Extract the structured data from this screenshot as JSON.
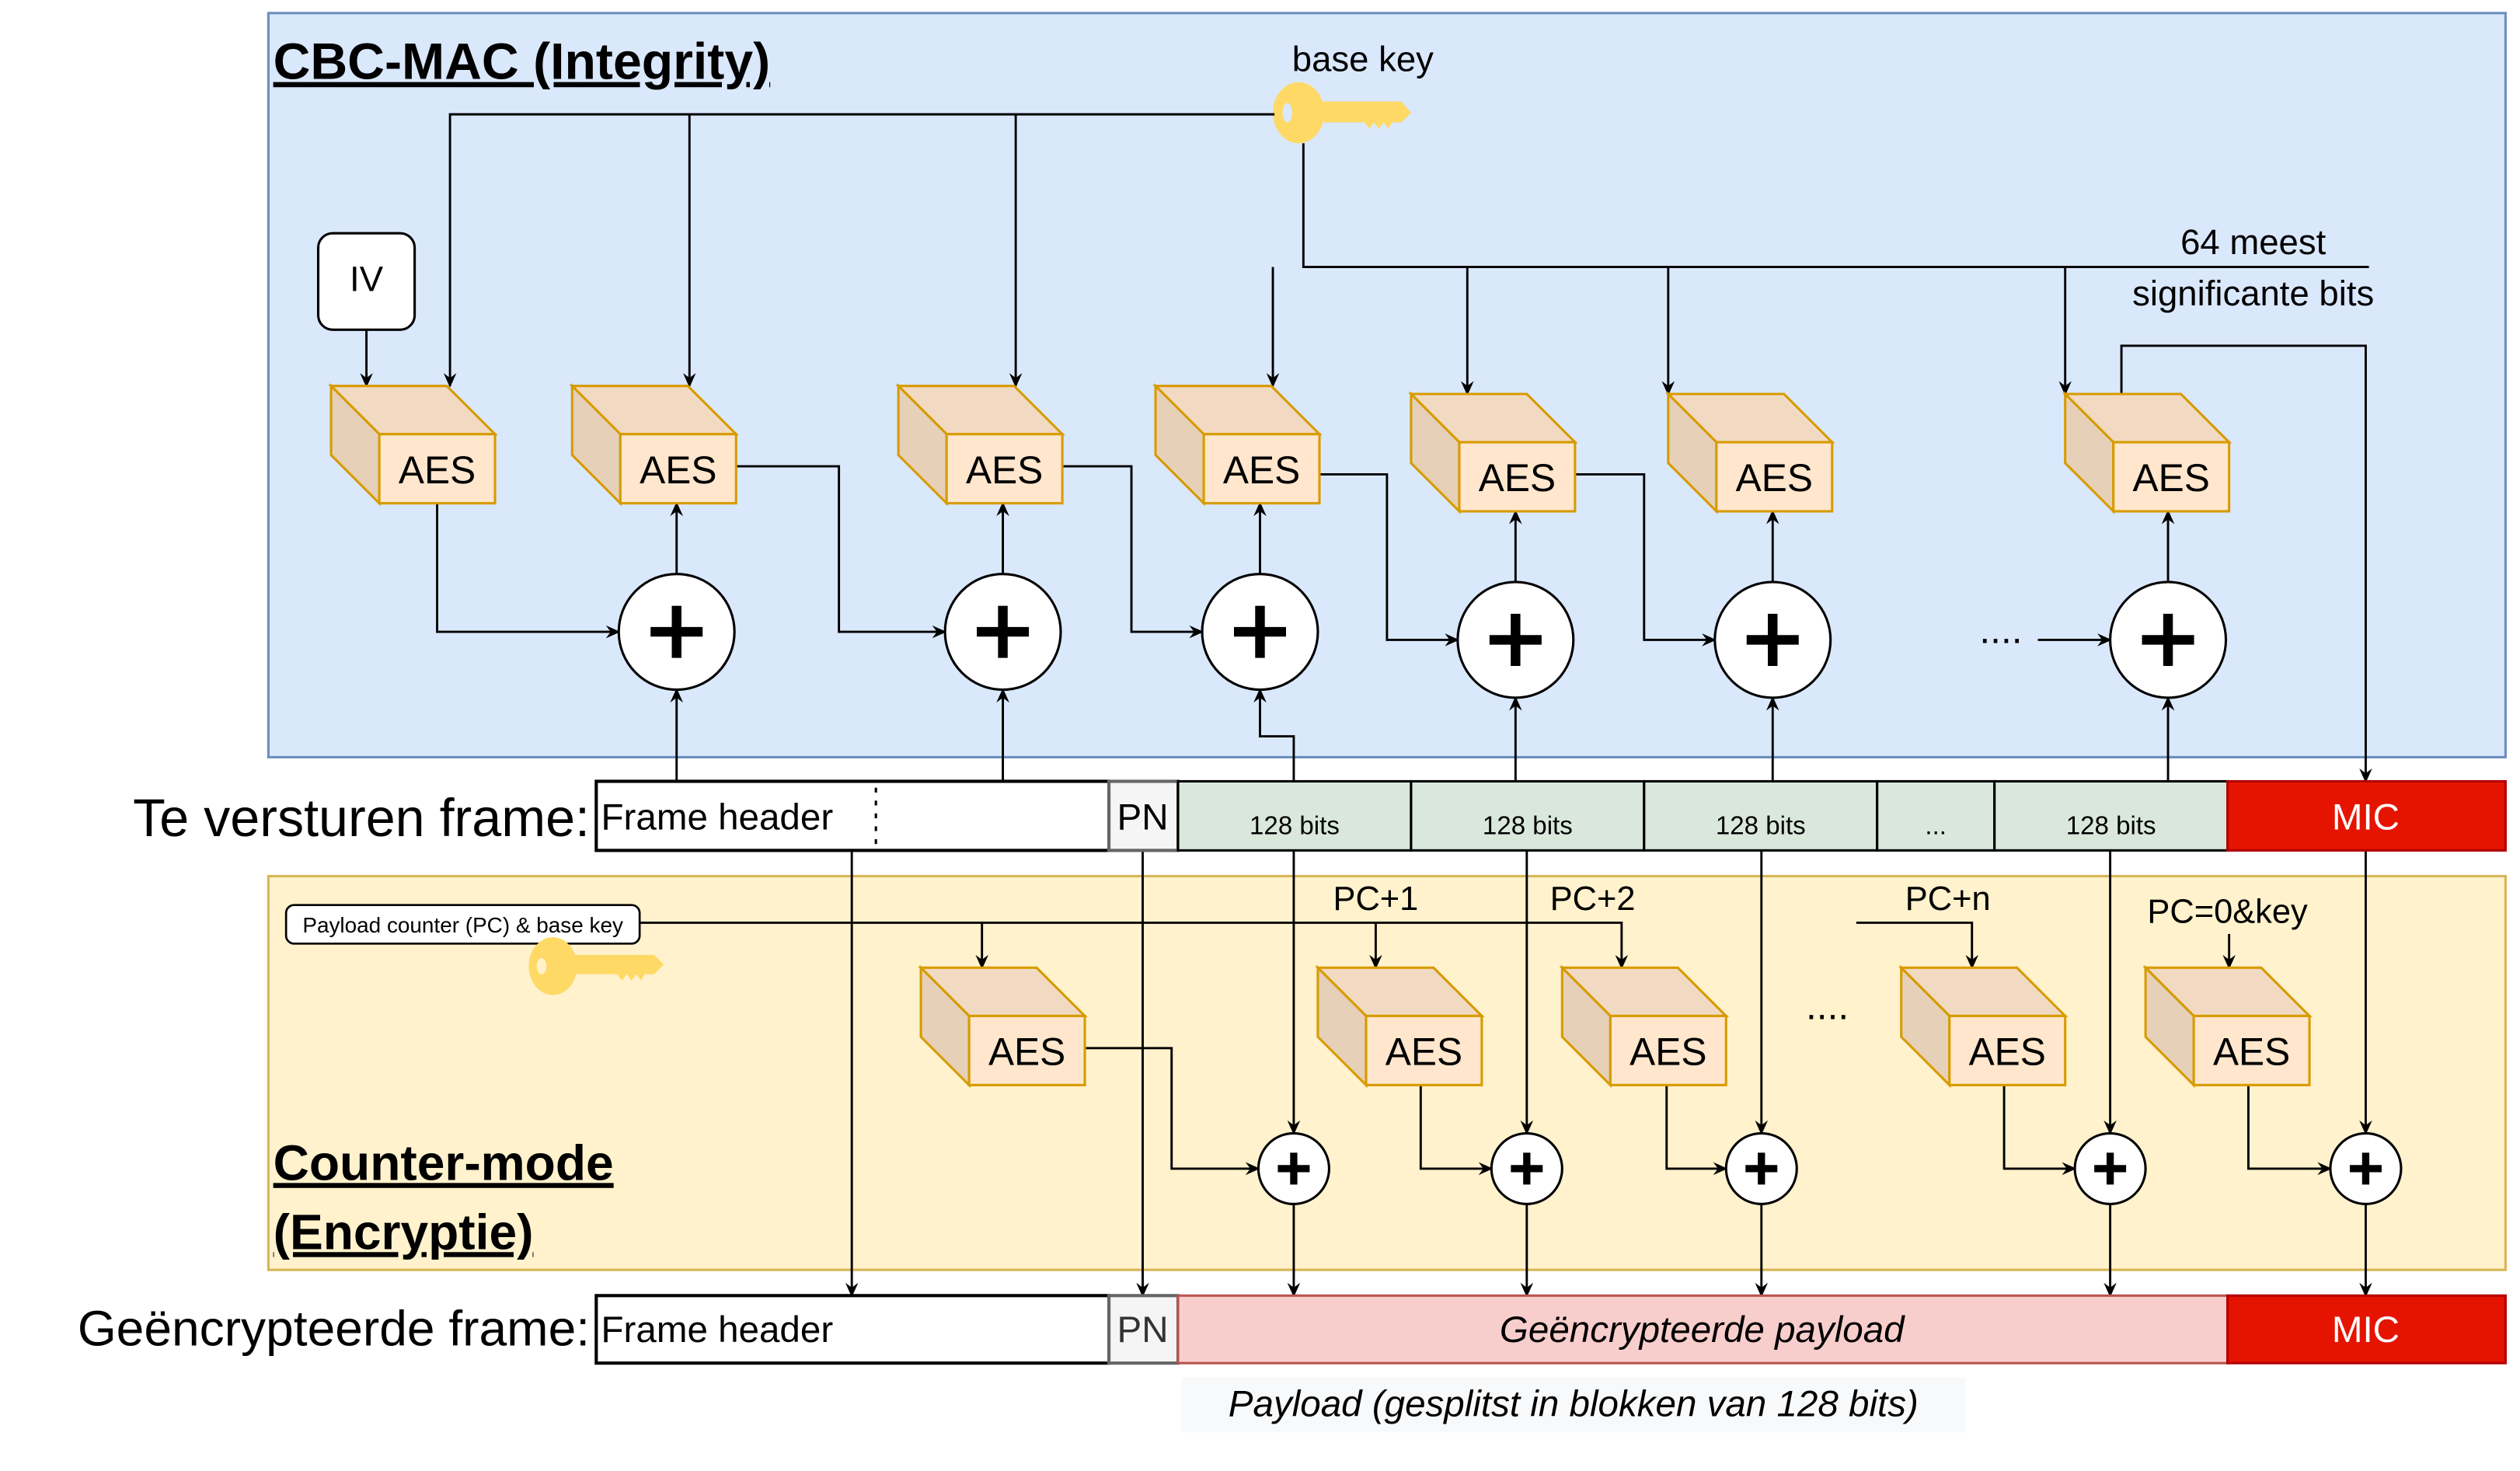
{
  "cbc_mac": {
    "title": "CBC-MAC (Integrity)",
    "base_key_label": "base key",
    "iv_label": "IV",
    "msb_label_line1": "64 meest",
    "msb_label_line2": "significante bits",
    "aes_label": "AES",
    "dots": "....",
    "colors": {
      "fill": "#dae8fc",
      "border": "#6c8ebf"
    }
  },
  "counter_mode": {
    "title_line1": "Counter-mode",
    "title_line2": "(Encryptie)",
    "key_box_label": "Payload counter (PC) & base key",
    "aes_label": "AES",
    "counter_labels": [
      "PC+1",
      "PC+2",
      "PC+n",
      "PC=0&key"
    ],
    "dots": "....",
    "colors": {
      "fill": "#fff2cc",
      "border": "#d6b656"
    }
  },
  "frame_to_send": {
    "row_label": "Te versturen frame:",
    "header": "Frame header",
    "pn": "PN",
    "blocks": [
      "128 bits",
      "128 bits",
      "128 bits",
      "...",
      "128 bits"
    ],
    "mic": "MIC"
  },
  "encrypted_frame": {
    "row_label": "Geëncrypteerde frame:",
    "header": "Frame header",
    "pn": "PN",
    "payload": "Geëncrypteerde payload",
    "mic": "MIC"
  },
  "caption": "Payload (gesplitst in blokken van 128 bits)",
  "colors": {
    "key": "#ffd966",
    "mic": "#e51400",
    "block": "#dae8dc",
    "encrypted_payload": "#f8cecc",
    "pn": "#f5f5f5"
  }
}
